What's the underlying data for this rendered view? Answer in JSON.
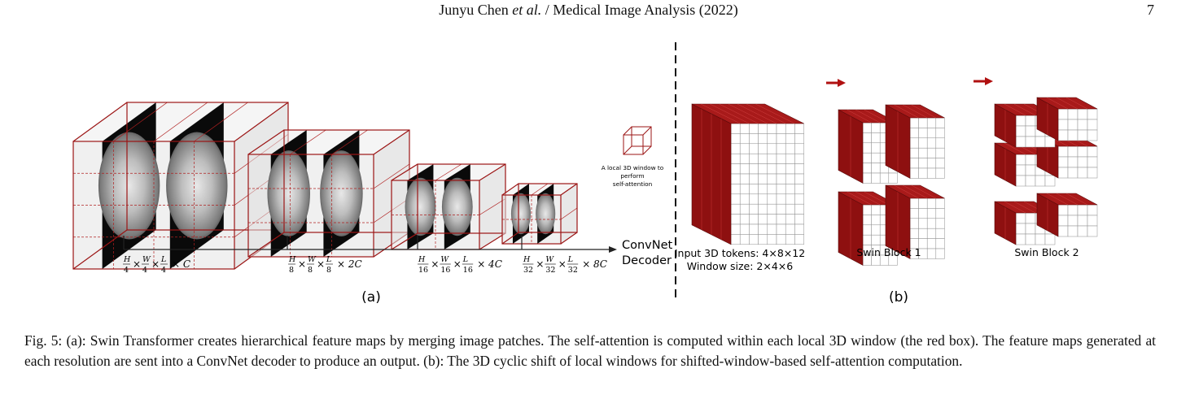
{
  "header": {
    "author_prefix": "Junyu Chen ",
    "et_al": "et al.",
    "journal": " / Medical Image Analysis (2022)",
    "page_number": "7"
  },
  "panel_a": {
    "label": "(a)",
    "stages": [
      {
        "h": "H",
        "hd": "4",
        "w": "W",
        "wd": "4",
        "l": "L",
        "ld": "4",
        "c": "× C"
      },
      {
        "h": "H",
        "hd": "8",
        "w": "W",
        "wd": "8",
        "l": "L",
        "ld": "8",
        "c": "× 2C"
      },
      {
        "h": "H",
        "hd": "16",
        "w": "W",
        "wd": "16",
        "l": "L",
        "ld": "16",
        "c": "× 4C"
      },
      {
        "h": "H",
        "hd": "32",
        "w": "W",
        "wd": "32",
        "l": "L",
        "ld": "32",
        "c": "× 8C"
      }
    ],
    "decoder_label_1": "ConvNet",
    "decoder_label_2": "Decoder",
    "window_note": [
      "A local 3D window to",
      "perform",
      "self-attention"
    ]
  },
  "panel_b": {
    "label": "(b)",
    "input_caption_1": "Input 3D tokens: 4×8×12",
    "input_caption_2": "Window size: 2×4×6",
    "block1_caption": "Swin Block 1",
    "block2_caption": "Swin Block 2"
  },
  "colors": {
    "accent_red": "#9b1414",
    "grid_red": "#b02020",
    "slice_bg": "#0a0a0a"
  },
  "caption": "Fig. 5: (a): Swin Transformer creates hierarchical feature maps by merging image patches. The self-attention is computed within each local 3D window (the red box). The feature maps generated at each resolution are sent into a ConvNet decoder to produce an output. (b): The 3D cyclic shift of local windows for shifted-window-based self-attention computation."
}
